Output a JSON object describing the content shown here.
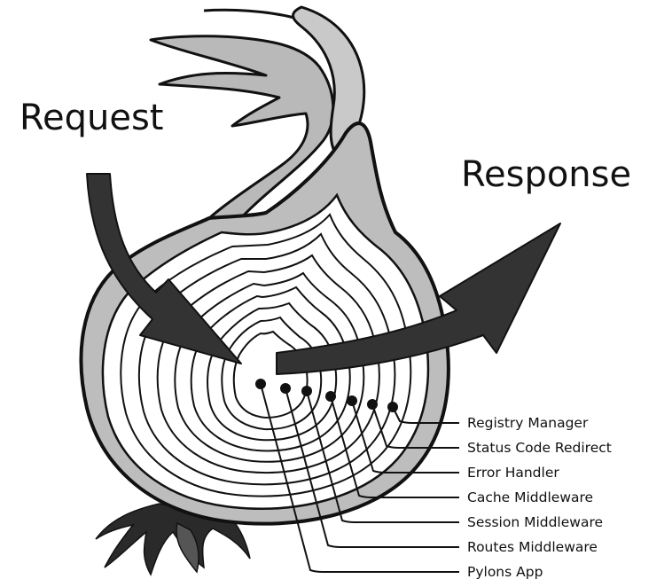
{
  "diagram": {
    "request_label": "Request",
    "response_label": "Response",
    "layers": [
      {
        "label": "Registry Manager"
      },
      {
        "label": "Status Code Redirect"
      },
      {
        "label": "Error Handler"
      },
      {
        "label": "Cache Middleware"
      },
      {
        "label": "Session Middleware"
      },
      {
        "label": "Routes Middleware"
      },
      {
        "label": "Pylons App"
      }
    ]
  }
}
